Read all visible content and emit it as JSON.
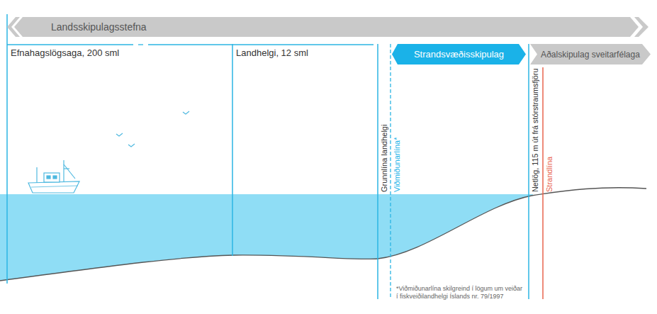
{
  "diagram": {
    "nodes": [
      {
        "text": [
          "Landsskipulagsstefna"
        ]
      },
      {
        "text": [
          "Strandsvæðisskipulag"
        ]
      },
      {
        "text": [
          "Aðalskipulag sveitarfélaga"
        ]
      }
    ],
    "labels": [
      "Efnahagslögsaga, 200 sml",
      "Landhelgi, 12 sml",
      "Grunnlína landhelgi",
      "Viðmiðunarlína*",
      "Netlög, 115 m út frá stórstraumsfjöru",
      "Strandlína",
      "*Viðmiðunarlína skilgreind í lögum um veiðar í fiskveiðilandhelgi Íslands nr. 79/1997"
    ]
  }
}
